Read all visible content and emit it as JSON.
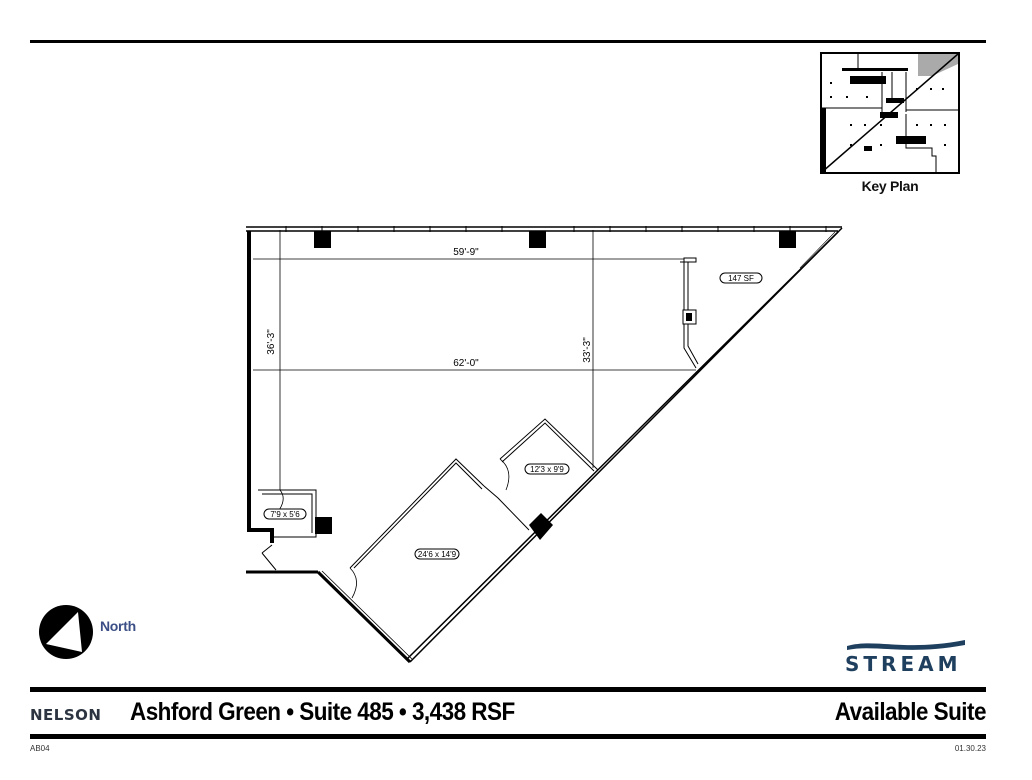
{
  "header": {
    "key_plan_label": "Key Plan"
  },
  "floor_plan": {
    "dimensions": {
      "top_width": "59'-9\"",
      "mid_width": "62'-0\"",
      "left_height": "36'-3\"",
      "right_height": "33'-3\""
    },
    "rooms": [
      {
        "label": "147 SF"
      },
      {
        "label": "12'3 x 9'9"
      },
      {
        "label": "24'6 x 14'9"
      },
      {
        "label": "7'9 x 5'6"
      }
    ]
  },
  "compass": {
    "label": "North"
  },
  "branding": {
    "left_logo": "NELSON",
    "right_logo": "STREAM",
    "colors": {
      "north_label": "#3b4f86",
      "stream": "#1f3f5f",
      "nelson_accent": "#2aa6c8"
    }
  },
  "footer": {
    "title": "Ashford Green • Suite 485 • 3,438 RSF",
    "status": "Available Suite",
    "sheet_code": "AB04",
    "date": "01.30.23"
  }
}
